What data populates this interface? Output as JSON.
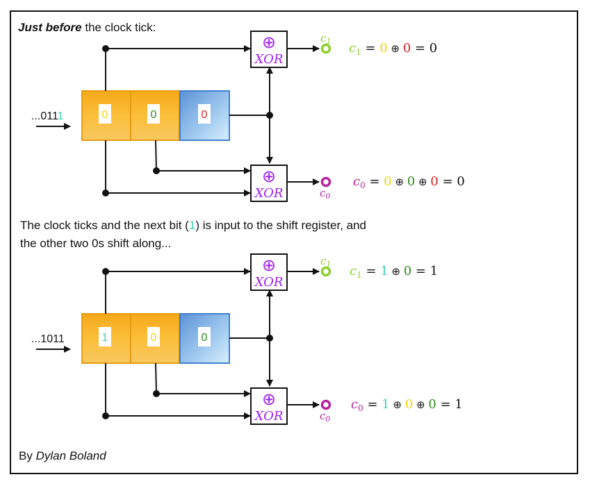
{
  "colors": {
    "yellow_cell": "#f7b52a",
    "blue_cell": "#7fb3e6",
    "c1_green": "#8ccf2c",
    "c0_magenta": "#b5239c",
    "xor_purple": "#a020f0",
    "bit_teal": "#3ccfb4",
    "bit_yellow": "#f2d20c",
    "bit_red": "#d42020",
    "bit_green": "#2a8a1a"
  },
  "top": {
    "caption_bold": "Just before",
    "caption_rest": " the clock tick:",
    "input_prefix": "...011",
    "input_last": "1",
    "cells": [
      "0",
      "0",
      "0"
    ],
    "cell_colors": [
      "#f2d20c",
      "#2a8a1a",
      "#d42020"
    ],
    "xor_symbol": "⊕",
    "xor_label": "XOR",
    "c1_label": "c",
    "c1_sub": "1",
    "c0_label": "c",
    "c0_sub": "0",
    "eq1": {
      "lhs": "c",
      "sub": "1",
      "eq": "=",
      "terms": [
        "0",
        "0"
      ],
      "term_colors": [
        "#f2d20c",
        "#d42020"
      ],
      "result": "0"
    },
    "eq0": {
      "lhs": "c",
      "sub": "0",
      "eq": "=",
      "terms": [
        "0",
        "0",
        "0"
      ],
      "term_colors": [
        "#f2d20c",
        "#2a8a1a",
        "#d42020"
      ],
      "result": "0"
    }
  },
  "middle": {
    "line1_pre": "The clock ticks and the next bit (",
    "line1_bit": "1",
    "line1_post": ") is input to the shift register, and",
    "line2": "the other two 0s shift along..."
  },
  "bottom": {
    "input_prefix": "...1011",
    "cells": [
      "1",
      "0",
      "0"
    ],
    "cell_colors": [
      "#3ccfb4",
      "#f2d20c",
      "#2a8a1a"
    ],
    "xor_symbol": "⊕",
    "xor_label": "XOR",
    "c1_label": "c",
    "c1_sub": "1",
    "c0_label": "c",
    "c0_sub": "0",
    "eq1": {
      "lhs": "c",
      "sub": "1",
      "eq": "=",
      "terms": [
        "1",
        "0"
      ],
      "term_colors": [
        "#3ccfb4",
        "#2a8a1a"
      ],
      "result": "1"
    },
    "eq0": {
      "lhs": "c",
      "sub": "0",
      "eq": "=",
      "terms": [
        "1",
        "0",
        "0"
      ],
      "term_colors": [
        "#3ccfb4",
        "#f2d20c",
        "#2a8a1a"
      ],
      "result": "1"
    }
  },
  "credit": {
    "prefix": "By ",
    "author": "Dylan Boland"
  }
}
